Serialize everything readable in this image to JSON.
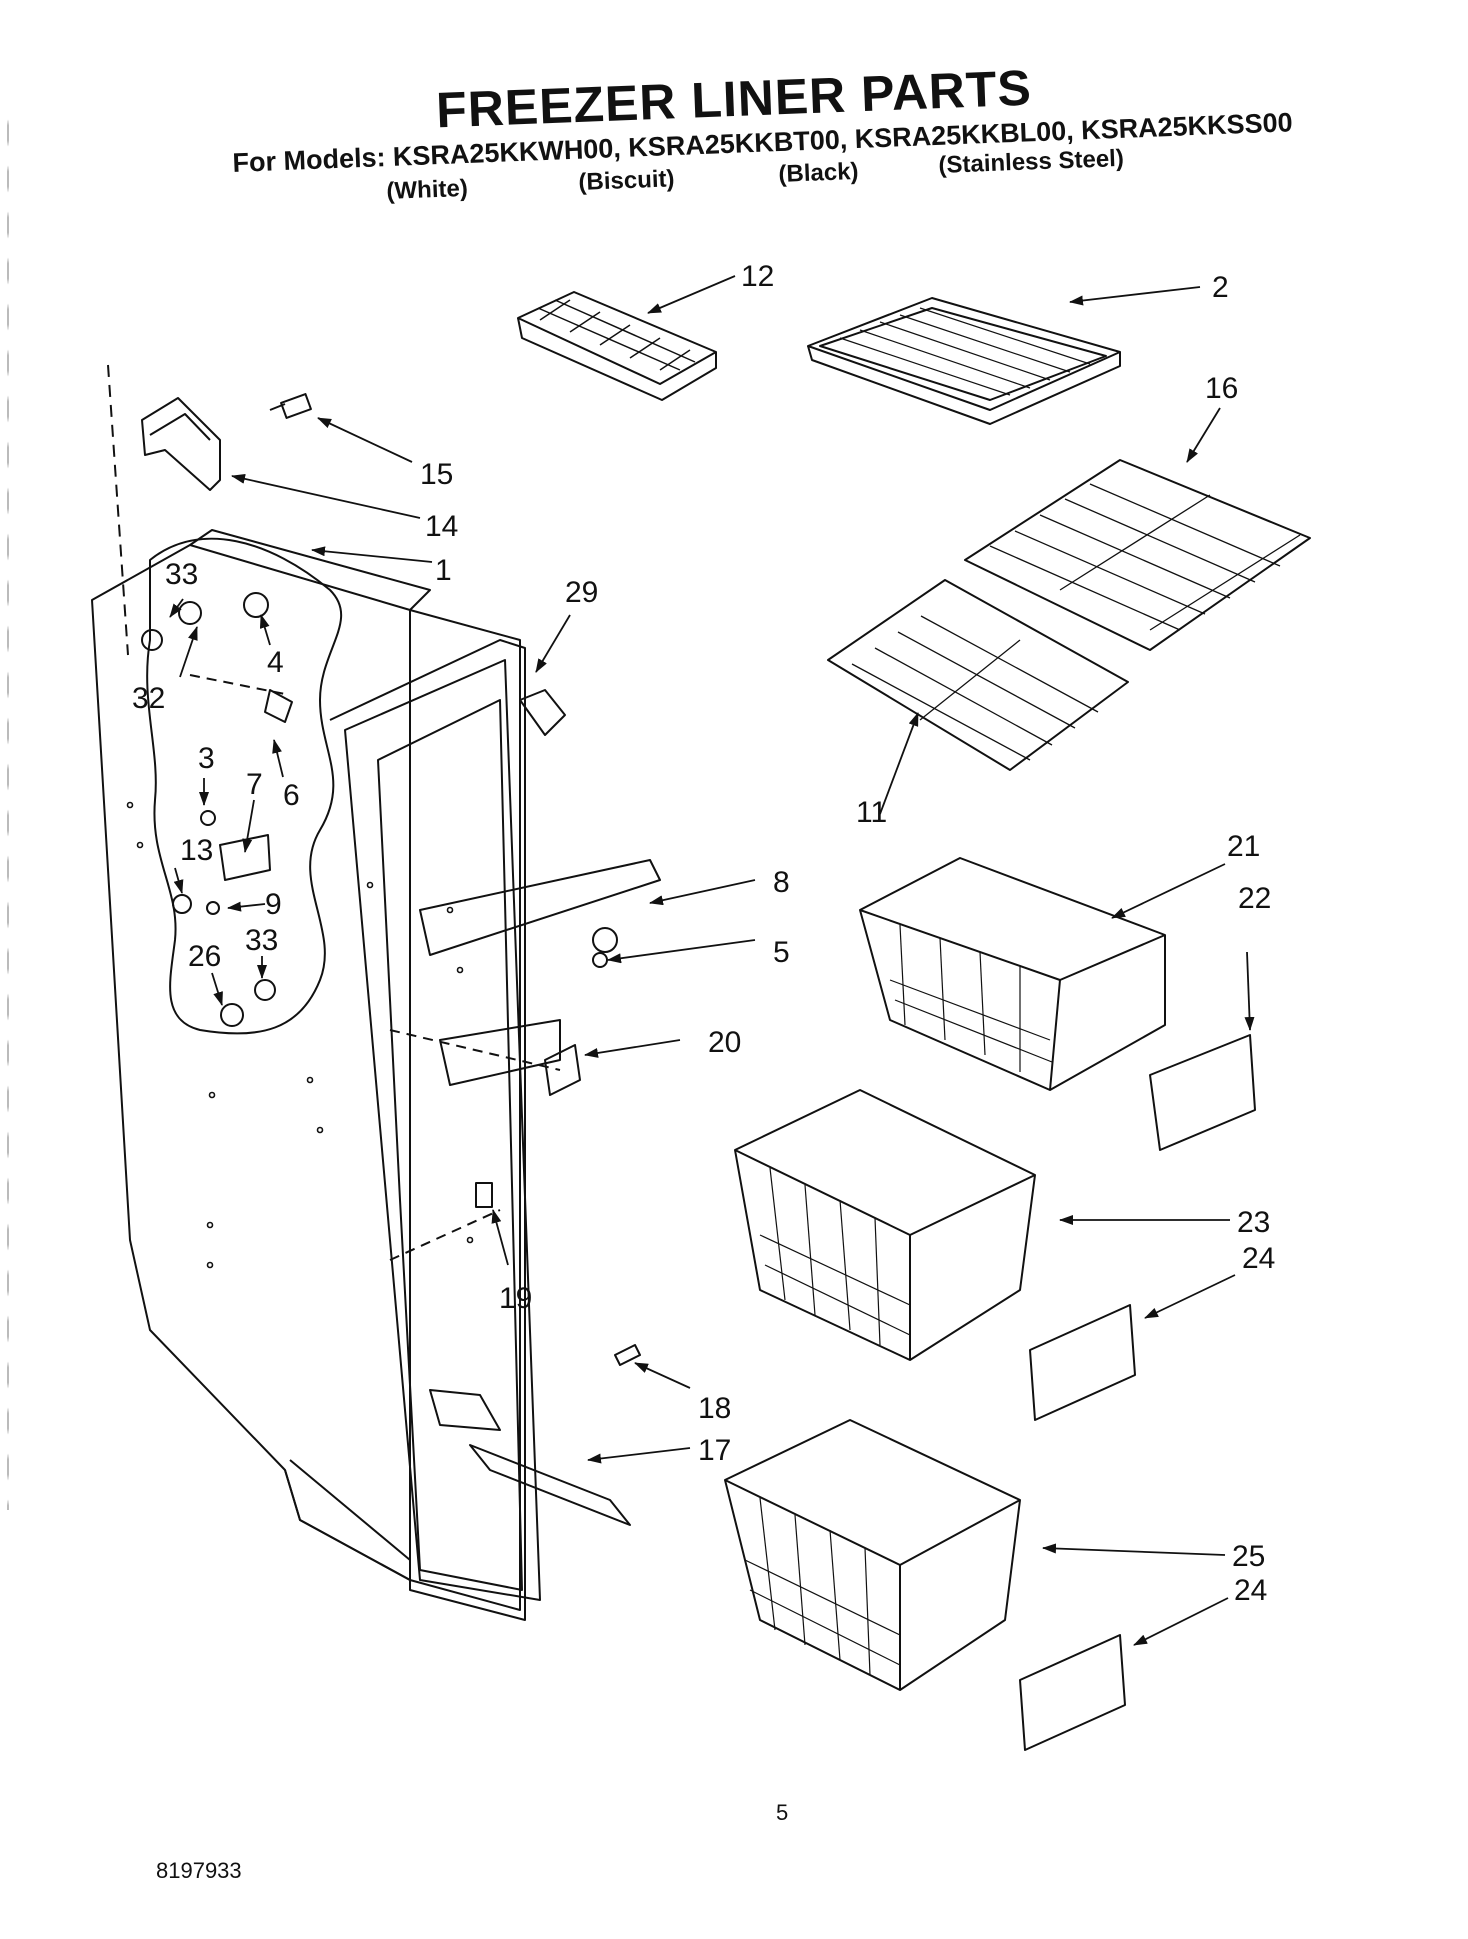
{
  "header": {
    "title": "FREEZER LINER PARTS",
    "models_line": "For Models: KSRA25KKWH00, KSRA25KKBT00, KSRA25KKBL00, KSRA25KKSS00",
    "variants": [
      "(White)",
      "(Biscuit)",
      "(Black)",
      "(Stainless Steel)"
    ]
  },
  "callouts": [
    "12",
    "2",
    "16",
    "15",
    "14",
    "1",
    "29",
    "33",
    "4",
    "32",
    "6",
    "3",
    "7",
    "13",
    "9",
    "26",
    "33",
    "11",
    "21",
    "22",
    "8",
    "5",
    "20",
    "19",
    "23",
    "24",
    "18",
    "17",
    "25",
    "24"
  ],
  "footer": {
    "page_number": "5",
    "doc_code": "8197933"
  }
}
